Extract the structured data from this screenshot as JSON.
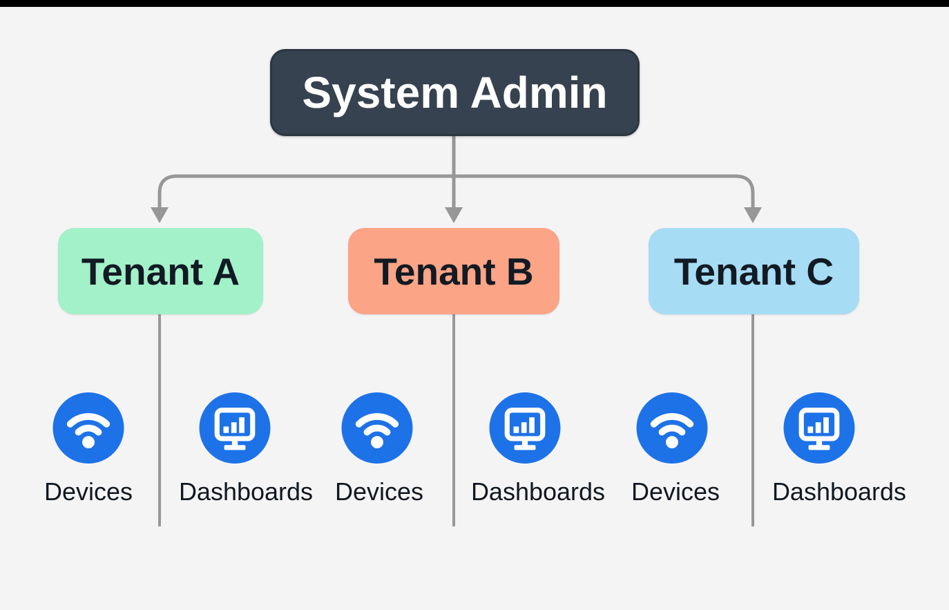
{
  "page": {
    "background": "#f4f4f5",
    "top_bar_color": "#010101"
  },
  "colors": {
    "connector": "#979797",
    "icon_circle": "#1d72e8",
    "icon_glyph": "#ffffff",
    "root_box_bg": "#36424f",
    "root_text": "#ffffff",
    "label_text": "#101820"
  },
  "root": {
    "label": "System Admin",
    "bg": "#36424f"
  },
  "tenants": [
    {
      "label": "Tenant A",
      "bg": "#a2f1c8",
      "children": [
        {
          "icon": "wifi-icon",
          "label": "Devices"
        },
        {
          "icon": "monitor-chart-icon",
          "label": "Dashboards"
        }
      ]
    },
    {
      "label": "Tenant B",
      "bg": "#fba486",
      "children": [
        {
          "icon": "wifi-icon",
          "label": "Devices"
        },
        {
          "icon": "monitor-chart-icon",
          "label": "Dashboards"
        }
      ]
    },
    {
      "label": "Tenant C",
      "bg": "#a6dcf4",
      "children": [
        {
          "icon": "wifi-icon",
          "label": "Devices"
        },
        {
          "icon": "monitor-chart-icon",
          "label": "Dashboards"
        }
      ]
    }
  ]
}
